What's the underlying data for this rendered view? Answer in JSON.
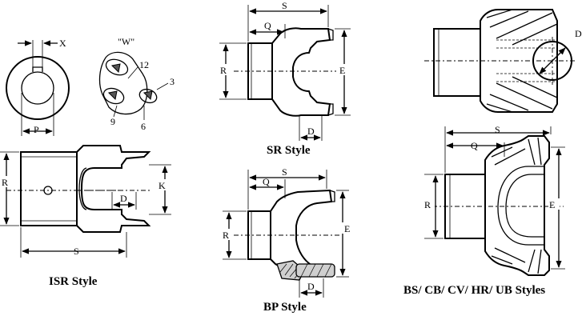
{
  "styles": {
    "isr": {
      "title": "ISR Style"
    },
    "sr": {
      "title": "SR Style"
    },
    "bp": {
      "title": "BP Style"
    },
    "bs": {
      "title": "BS/ CB/ CV/ HR/ UB Styles"
    }
  },
  "labels": {
    "x": "X",
    "w": "\"W\"",
    "p": "P",
    "r": "R",
    "s": "S",
    "q": "Q",
    "e": "E",
    "d": "D",
    "k": "K",
    "clock_12": "12",
    "clock_3": "3",
    "clock_6": "6",
    "clock_9": "9"
  }
}
